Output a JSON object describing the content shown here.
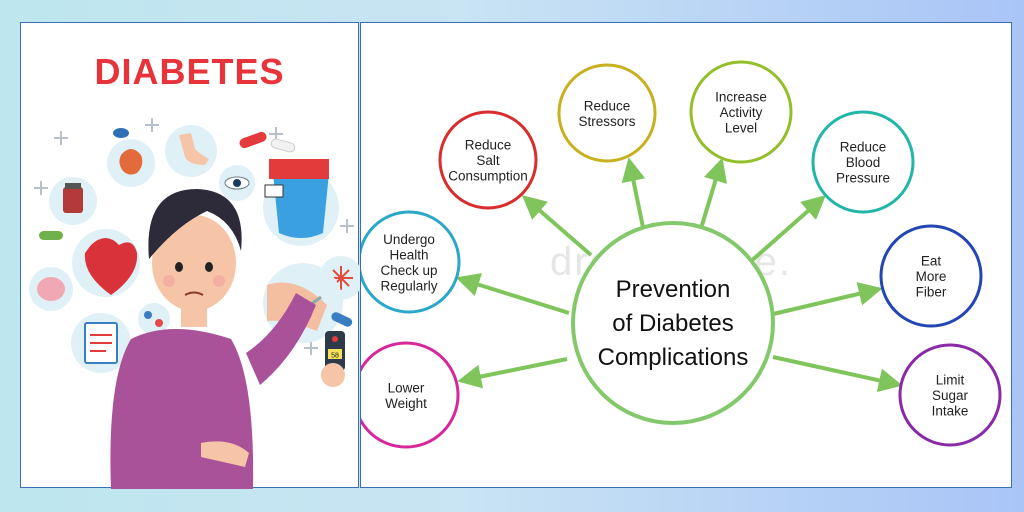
{
  "left": {
    "title": "DIABETES",
    "glucometer_reading": "58"
  },
  "diagram": {
    "center": [
      "Prevention",
      "of Diabetes",
      "Complications"
    ],
    "watermark": "dreamstime.",
    "nodes": [
      {
        "id": "lower-weight",
        "lines": [
          "Lower",
          "Weight"
        ],
        "color": "#d6289b"
      },
      {
        "id": "health-checkup",
        "lines": [
          "Undergo",
          "Health",
          "Check up",
          "Regularly"
        ],
        "color": "#2aa7c9"
      },
      {
        "id": "reduce-salt",
        "lines": [
          "Reduce",
          "Salt",
          "Consumption"
        ],
        "color": "#d92c2c"
      },
      {
        "id": "reduce-stressors",
        "lines": [
          "Reduce",
          "Stressors"
        ],
        "color": "#c9b01e"
      },
      {
        "id": "increase-activity",
        "lines": [
          "Increase",
          "Activity",
          "Level"
        ],
        "color": "#92bf2a"
      },
      {
        "id": "reduce-bp",
        "lines": [
          "Reduce",
          "Blood",
          "Pressure"
        ],
        "color": "#22b6a8"
      },
      {
        "id": "eat-fiber",
        "lines": [
          "Eat",
          "More",
          "Fiber"
        ],
        "color": "#2446b3"
      },
      {
        "id": "limit-sugar",
        "lines": [
          "Limit",
          "Sugar",
          "Intake"
        ],
        "color": "#8a2aa8"
      }
    ],
    "arrow_color": "#7fc55c",
    "center_color": "#83c86a"
  }
}
